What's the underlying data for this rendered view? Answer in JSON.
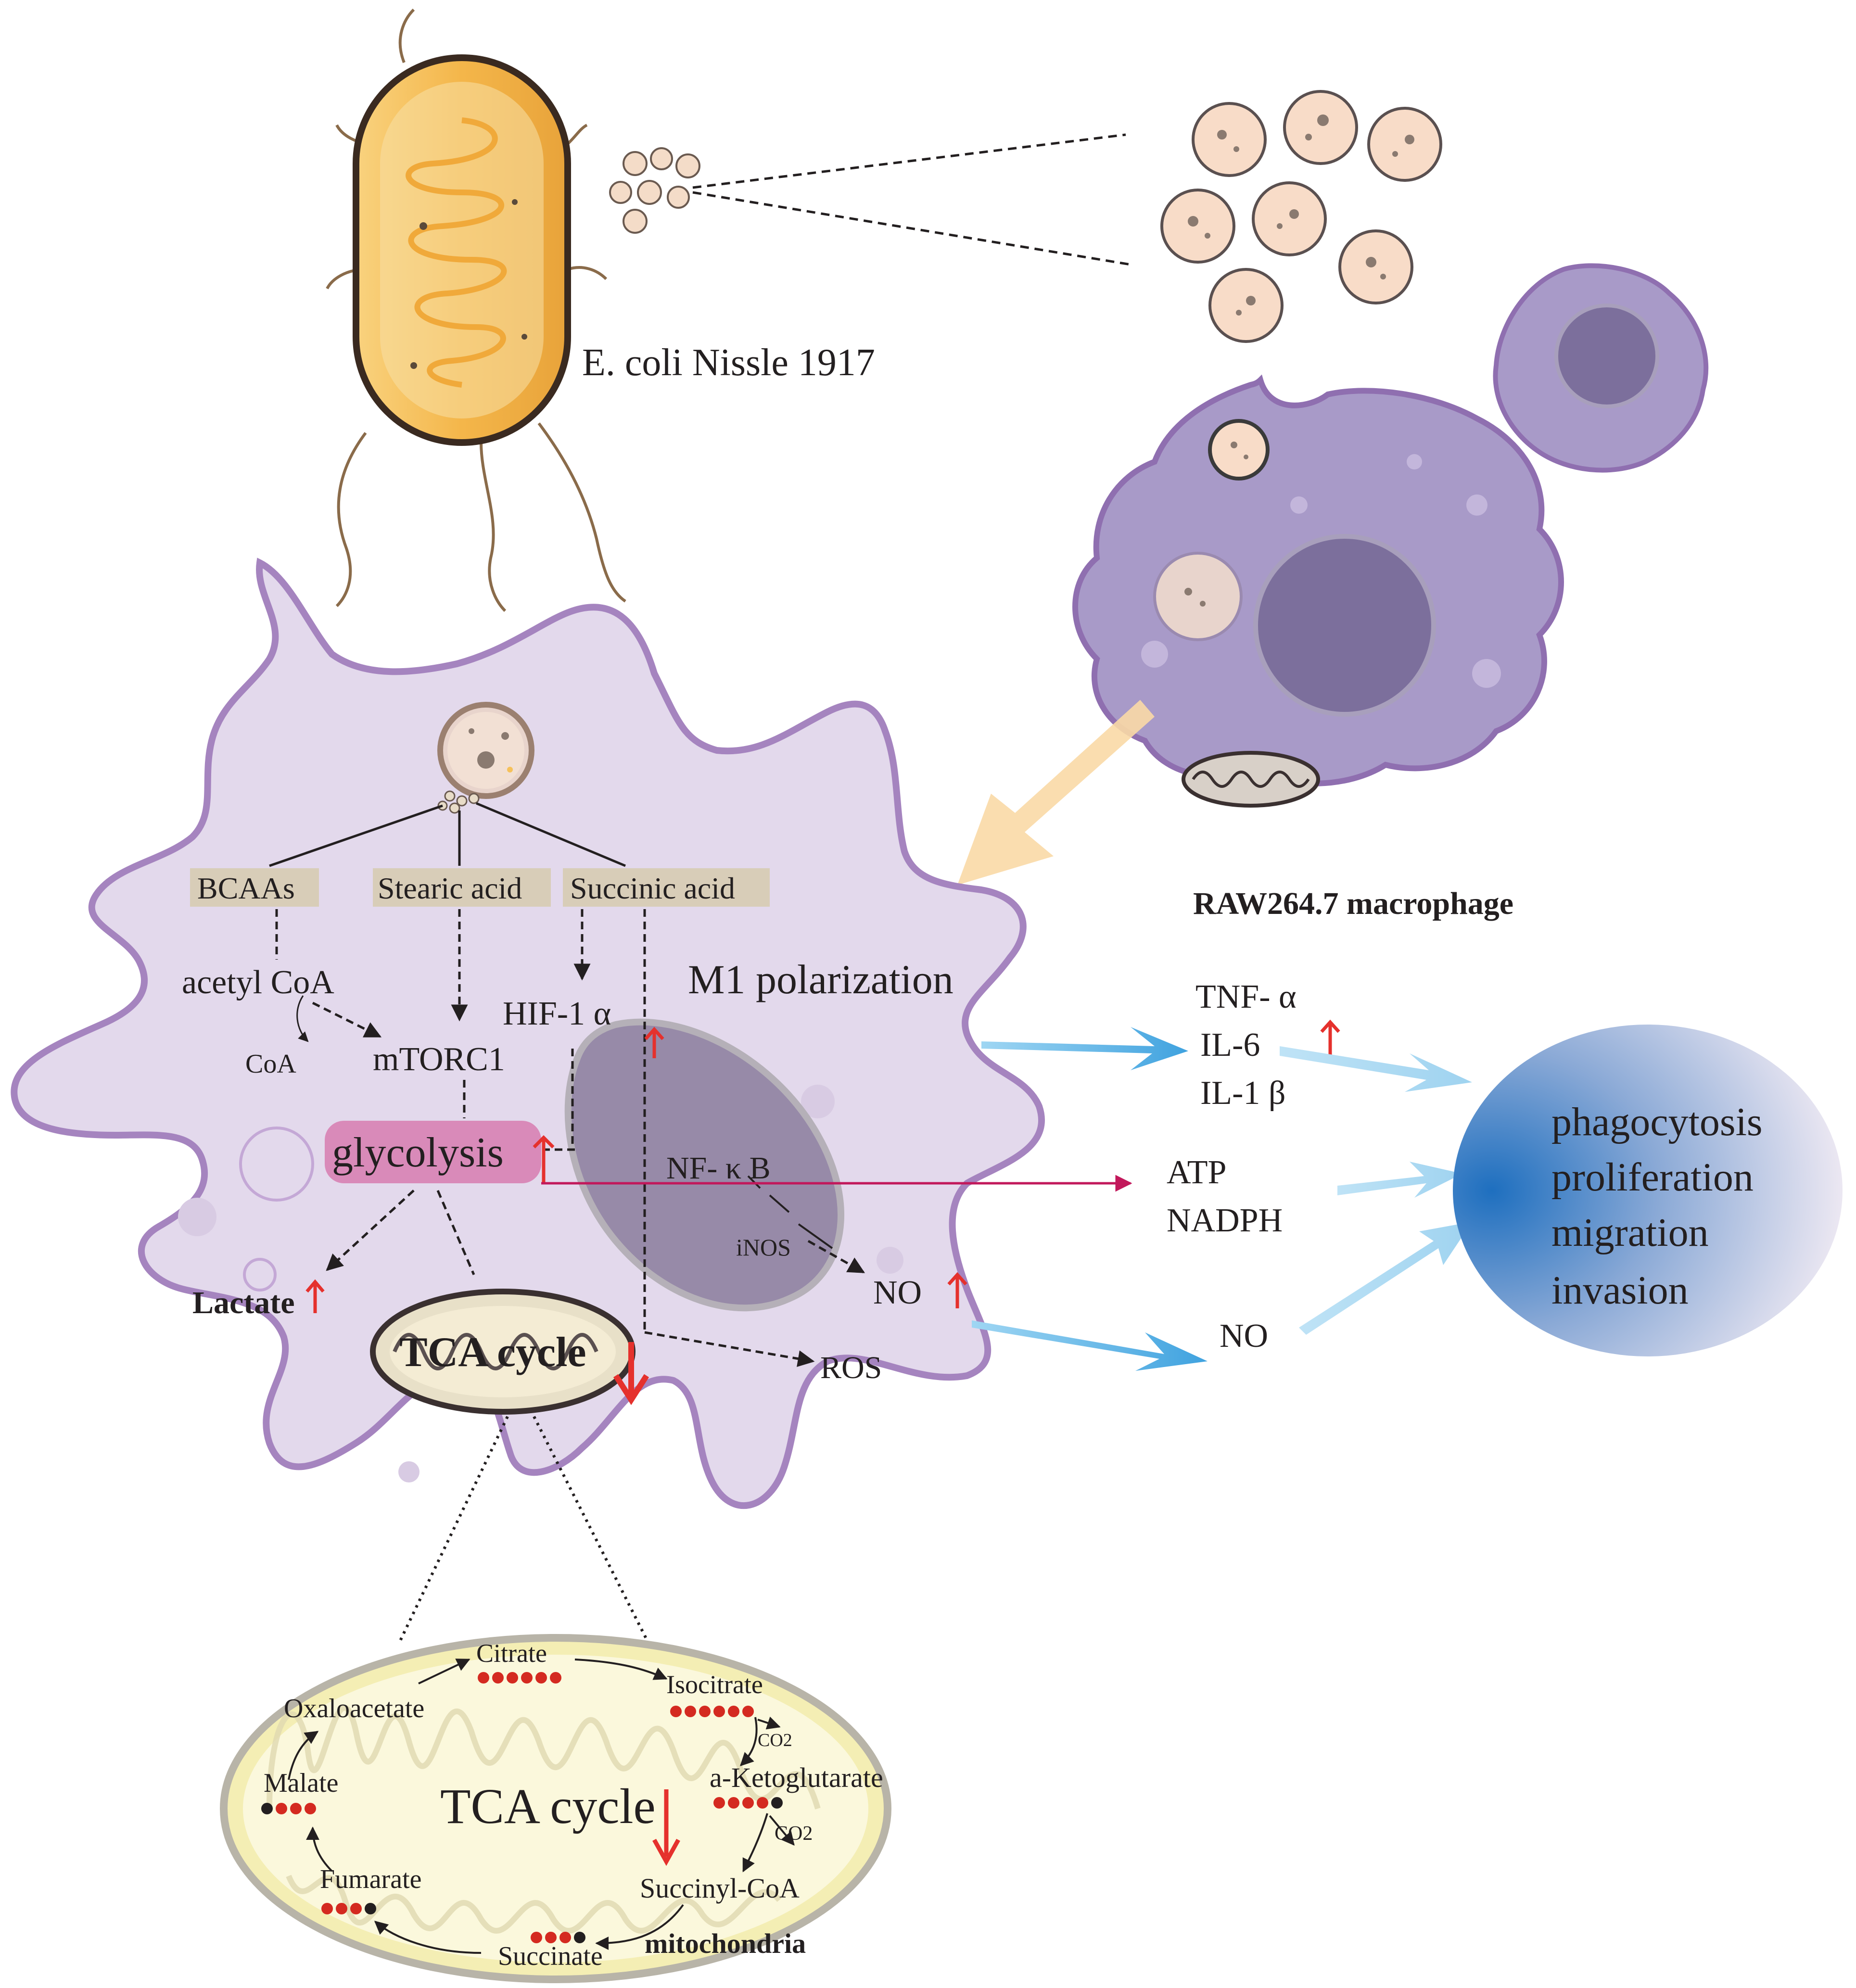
{
  "bacterium": {
    "label": "E. coli Nissle 1917"
  },
  "macrophage_small": {
    "label": "RAW264.7 macrophage"
  },
  "metabolites": {
    "bcaas": "BCAAs",
    "stearic": "Stearic acid",
    "succinic": "Succinic acid"
  },
  "cell": {
    "acetyl_coa": "acetyl CoA",
    "coa": "CoA",
    "mtorc1": "mTORC1",
    "hif": "HIF-1 α",
    "m1": "M1 polarization",
    "glycolysis": "glycolysis",
    "nfkb": "NF- κ B",
    "inos": "iNOS",
    "no": "NO",
    "ros": "ROS",
    "lactate": "Lactate",
    "tca": "TCA cycle"
  },
  "outputs": {
    "tnf": "TNF- α",
    "il6": "IL-6",
    "il1": "IL-1 β",
    "atp": "ATP",
    "nadph": "NADPH",
    "no": "NO"
  },
  "effects": [
    "phagocytosis",
    "proliferation",
    "migration",
    "invasion"
  ],
  "tca_detail": {
    "title": "TCA cycle",
    "citrate": "Citrate",
    "isocitrate": "Isocitrate",
    "co2_a": "CO2",
    "akg": "a-Ketoglutarate",
    "co2_b": "CO2",
    "succinyl": "Succinyl-CoA",
    "succinate": "Succinate",
    "fumarate": "Fumarate",
    "malate": "Malate",
    "oxaloacetate": "Oxaloacetate",
    "mito": "mitochondria"
  },
  "colors": {
    "cell_fill": "#e3d9ec",
    "cell_stroke": "#a584bf",
    "bacterium_fill": "#f6c15a",
    "red_arrow": "#e5312d",
    "blue_arrow": "#4aa8e0",
    "magenta_line": "#c2185b",
    "metabolite_box": "#d8cdb8"
  }
}
